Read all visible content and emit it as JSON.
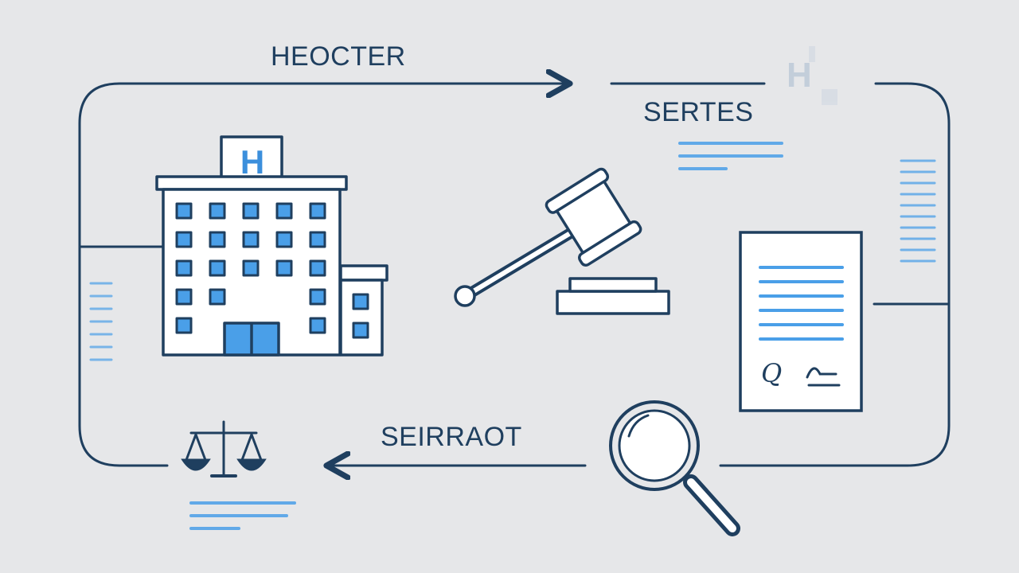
{
  "labels": {
    "top": "HEOCTER",
    "right": "SERTES",
    "bottom": "SEIRRAOT",
    "ghost_mark": "H"
  },
  "hospital": {
    "sign_letter": "H"
  },
  "document": {
    "signature_initial": "Q"
  },
  "icons": {
    "hospital": "hospital-building-icon",
    "gavel": "gavel-icon",
    "document": "signed-document-icon",
    "magnifier": "magnifying-glass-icon",
    "scales": "scales-of-justice-icon"
  },
  "colors": {
    "background": "#e6e7e9",
    "line": "#1f3f5f",
    "accent": "#4a9fe8",
    "fill": "#ffffff"
  }
}
